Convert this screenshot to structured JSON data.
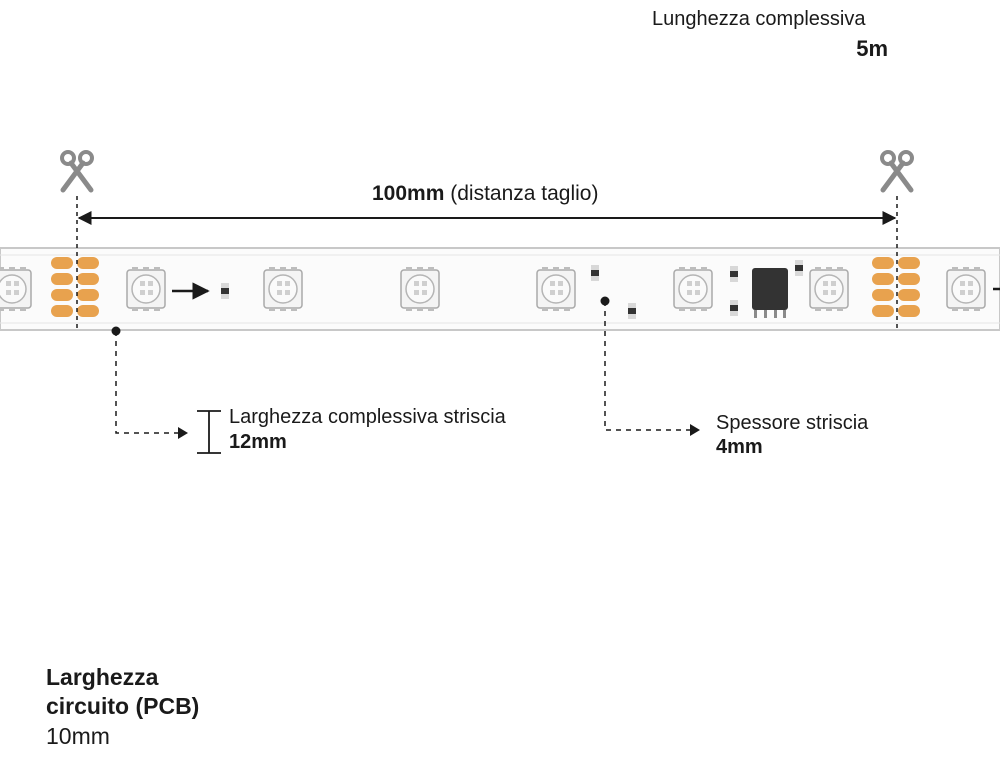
{
  "total_length": {
    "label": "Lunghezza complessiva",
    "value": "5m"
  },
  "cut_distance": {
    "value": "100mm",
    "note": "(distanza taglio)"
  },
  "strip_width": {
    "label": "Larghezza complessiva striscia",
    "value": "12mm"
  },
  "strip_thickness": {
    "label": "Spessore striscia",
    "value": "4mm"
  },
  "pcb_width": {
    "label_line1": "Larghezza",
    "label_line2": "circuito (PCB)",
    "value": "10mm"
  },
  "colors": {
    "text": "#1a1a1a",
    "copper_pad": "#e8a24e",
    "strip_edge": "#c8c8c8",
    "chip": "#333333"
  },
  "icons": [
    "scissors-icon",
    "led-chip",
    "resistor",
    "ic-chip",
    "copper-pad",
    "arrow-icon"
  ]
}
